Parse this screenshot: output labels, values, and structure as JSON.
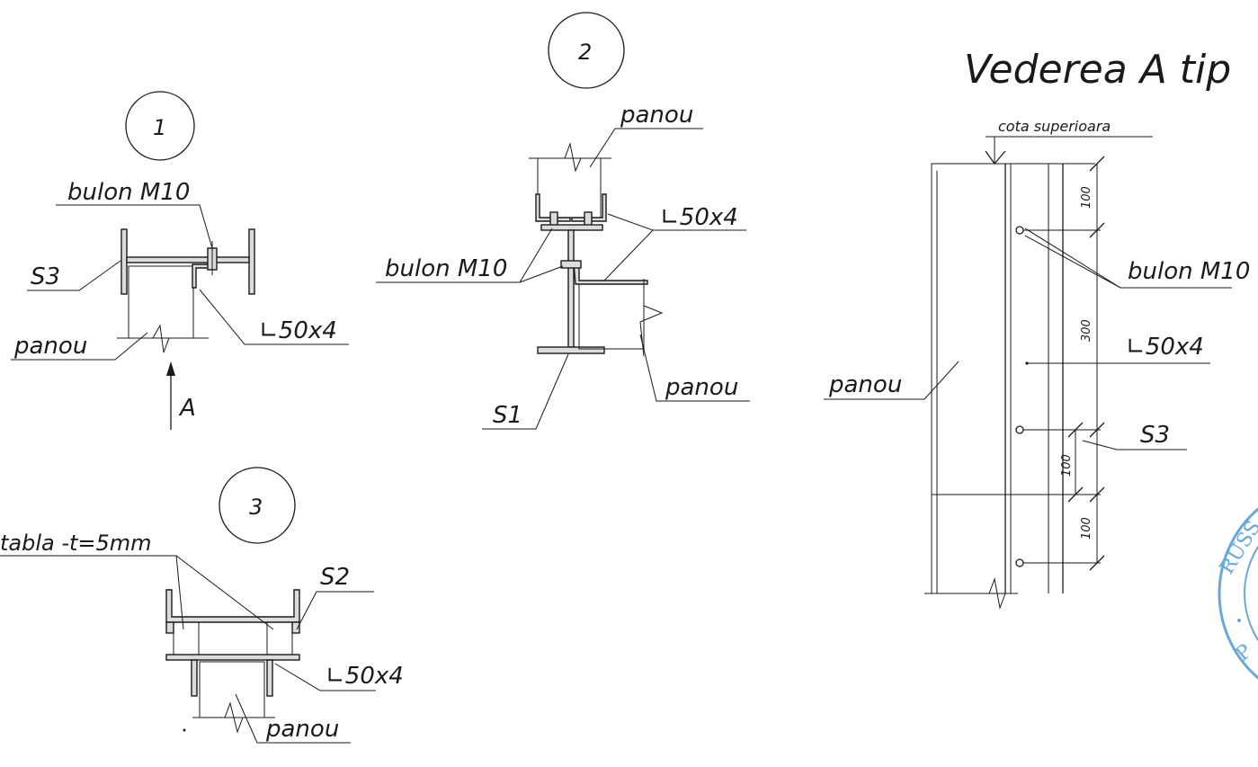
{
  "detail1": {
    "number": "1",
    "bolt_label": "bulon M10",
    "section_label": "S3",
    "angle_label": "∟50x4",
    "panel_label": "panou",
    "view_label": "A"
  },
  "detail2": {
    "number": "2",
    "panel_top_label": "panou",
    "angle_label": "∟50x4",
    "bolt_label": "bulon M10",
    "panel_right_label": "panou",
    "section_label": "S1"
  },
  "detail3": {
    "number": "3",
    "plate_label": "tabla -t=5mm",
    "section_label": "S2",
    "angle_label": "∟50x4",
    "panel_label": "panou"
  },
  "view_a": {
    "title": "Vederea A tip",
    "top_level_label": "cota superioara",
    "bolt_label": "bulon M10",
    "angle_label": "∟50x4",
    "section_label": "S3",
    "panel_label": "panou",
    "dims": [
      "100",
      "300",
      "100",
      "100"
    ]
  },
  "stamp": {
    "text_1": "RUSS",
    "text_2": "P",
    "color": "#6aa8d8"
  }
}
